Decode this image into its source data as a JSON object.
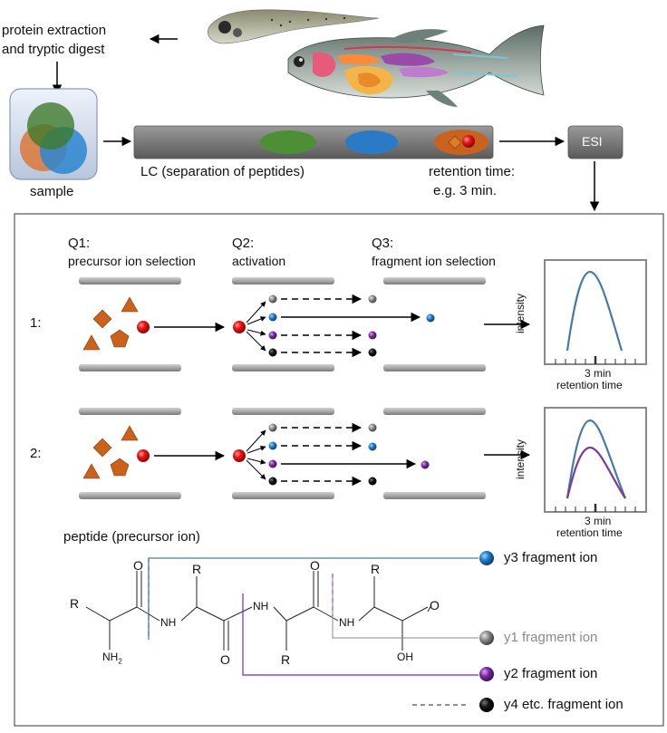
{
  "workflow": {
    "extraction_label_line1": "protein extraction",
    "extraction_label_line2": "and tryptic digest",
    "sample_label": "sample",
    "lc_label": "LC (separation of peptides)",
    "retention_label_line1": "retention time:",
    "retention_label_line2": "e.g. 3 min.",
    "esi_label": "ESI"
  },
  "quadrupoles": {
    "q1_title": "Q1:",
    "q1_subtitle": "precursor ion selection",
    "q2_title": "Q2:",
    "q2_subtitle": "activation",
    "q3_title": "Q3:",
    "q3_subtitle": "fragment ion selection",
    "row1_label": "1:",
    "row2_label": "2:"
  },
  "plots": {
    "ylabel": "intensity",
    "xtick_label": "3 min",
    "xlabel": "retention time",
    "plot1_series": [
      {
        "color": "#4a7aa0"
      }
    ],
    "plot2_series": [
      {
        "color": "#4a7aa0"
      },
      {
        "color": "#7a3a98"
      }
    ]
  },
  "structure": {
    "title": "peptide (precursor ion)",
    "r_label": "R",
    "nh2_label": "NH2",
    "nh_label": "NH",
    "oh_label": "OH",
    "o_label": "O"
  },
  "legend": {
    "y3": "y3 fragment ion",
    "y1": "y1 fragment ion",
    "y2": "y2 fragment ion",
    "y4": "y4 etc. fragment ion"
  },
  "colors": {
    "blue": "#1f7bc4",
    "gray": "#8a8a8a",
    "purple": "#7b2aa0",
    "black": "#111111",
    "red": "#e0141b",
    "orange": "#c8621c",
    "green": "#4c8f34"
  }
}
